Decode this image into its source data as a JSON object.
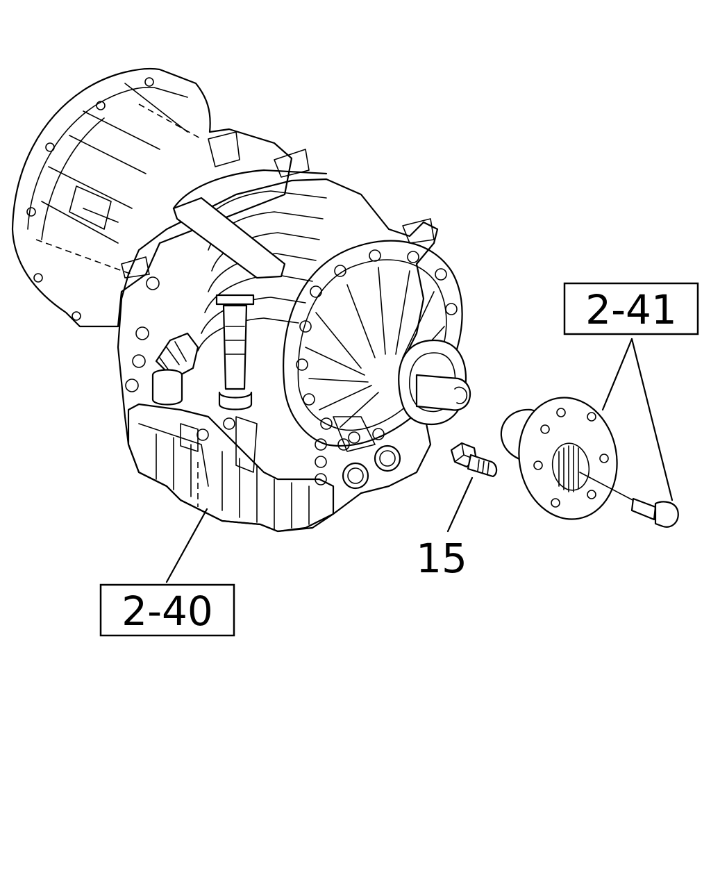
{
  "callouts": {
    "transmission": "2-40",
    "flange_assembly": "2-41",
    "bolt": "15"
  },
  "colors": {
    "line": "#000000",
    "background": "#ffffff"
  }
}
